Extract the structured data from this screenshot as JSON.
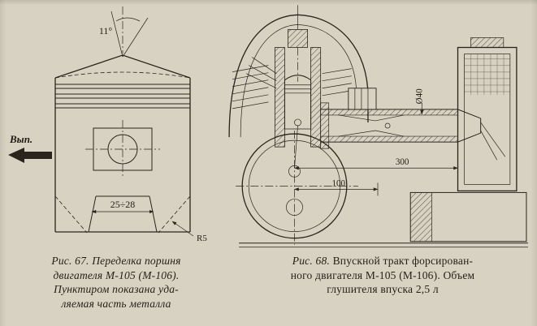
{
  "colors": {
    "paper": "#d8d2c3",
    "ink": "#2a241d"
  },
  "figures": {
    "fig67": {
      "labels": {
        "angle": "11°",
        "exhaust": "Вып.",
        "width_dim": "25÷28",
        "radius": "R5"
      },
      "caption": {
        "ref": "Рис. 67.",
        "line1": "Переделка поршня",
        "line2": "двигателя М-105 (М-106).",
        "line3": "Пунктиром показана уда-",
        "line4": "ляемая часть металла"
      }
    },
    "fig68": {
      "labels": {
        "diameter": "Ø40",
        "dim_300": "300",
        "dim_100": "100"
      },
      "caption": {
        "ref": "Рис. 68.",
        "line1": "Впускной тракт форсирован-",
        "line2": "ного двигателя М-105 (М-106). Объем",
        "line3": "глушителя впуска 2,5 л"
      }
    }
  }
}
